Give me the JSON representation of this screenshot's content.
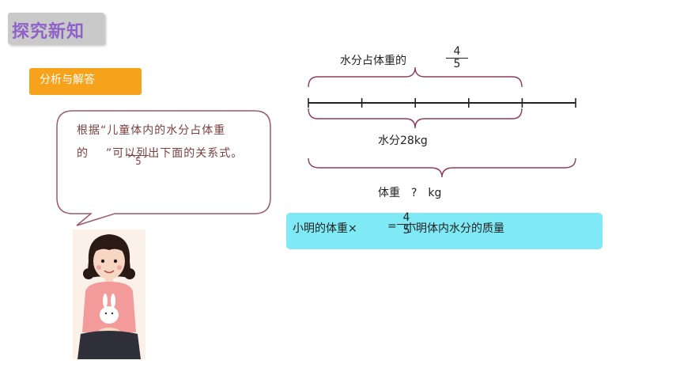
{
  "header": {
    "title": "探究新知"
  },
  "analysis_tag": {
    "label": "分析与解答"
  },
  "bubble": {
    "line1": "根据“儿童体内的水分占体重",
    "line2_a": "的",
    "line2_b": "”可以列出下面的关系式。",
    "fraction": {
      "numerator": "",
      "denominator": "5"
    }
  },
  "diagram": {
    "top_label": "水分占体重的",
    "top_fraction": {
      "numerator": "4",
      "denominator": "5"
    },
    "segments": 5,
    "water_label": "水分28kg",
    "weight_label": "体重　?　kg"
  },
  "equation": {
    "left": "小明的体重×",
    "equals": "=",
    "fraction": {
      "numerator": "4",
      "denominator": "5"
    },
    "right": "小明体内水分的质量"
  },
  "colors": {
    "title_bg": "#c9c9c9",
    "title_text": "#8f62c9",
    "tag_bg": "#f7a21b",
    "bubble_border": "#9b5a6a",
    "equation_bg": "#7fe9f5",
    "bracket": "#8e3a5a"
  }
}
